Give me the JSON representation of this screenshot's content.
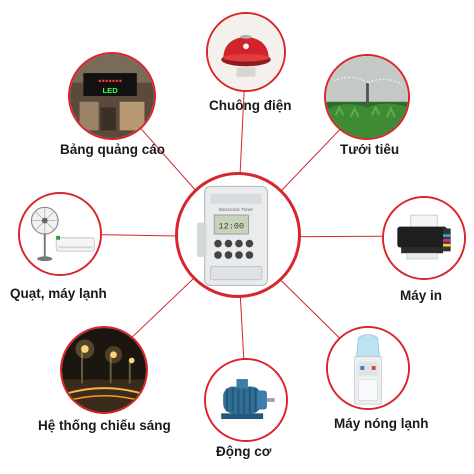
{
  "center": {
    "name": "Timer",
    "device_text": "Electronic Timer",
    "display": "12:00"
  },
  "items": [
    {
      "id": "bell",
      "label": "Chuông điện",
      "icon": "red-alarm-bell-icon"
    },
    {
      "id": "irrigation",
      "label": "Tưới tiêu",
      "icon": "sprinkler-irrigation-icon"
    },
    {
      "id": "printer",
      "label": "Máy in",
      "icon": "inkjet-printer-icon"
    },
    {
      "id": "water-cooler",
      "label": "Máy nóng lạnh",
      "icon": "water-dispenser-icon"
    },
    {
      "id": "motor",
      "label": "Động cơ",
      "icon": "electric-motor-icon"
    },
    {
      "id": "lighting",
      "label": "Hệ thống chiếu sáng",
      "icon": "street-lights-icon"
    },
    {
      "id": "fan-ac",
      "label": "Quạt, máy lạnh",
      "icon": "fan-and-air-conditioner-icon"
    },
    {
      "id": "billboard",
      "label": "Bảng quảng cáo",
      "icon": "led-billboard-icon"
    }
  ],
  "colors": {
    "ring": "#d8262c",
    "connector": "#d8262c",
    "label": "#1a1a1a"
  }
}
